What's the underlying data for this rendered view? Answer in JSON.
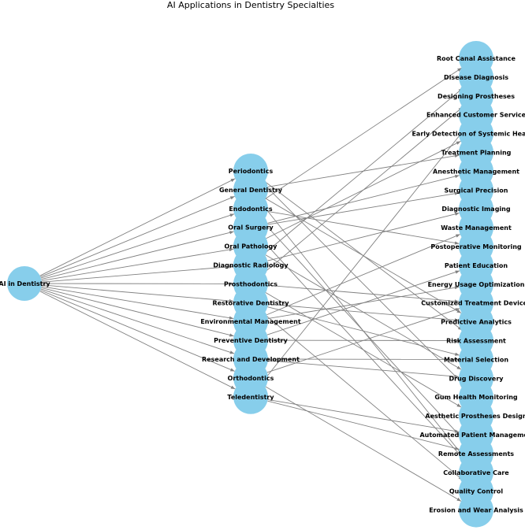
{
  "title": "AI Applications in Dentistry Specialties",
  "node_color": "#87CEEB",
  "edge_color": "#808080",
  "root": "AI in Dentistry",
  "specialties": [
    "Periodontics",
    "General Dentistry",
    "Endodontics",
    "Oral Surgery",
    "Oral Pathology",
    "Diagnostic Radiology",
    "Prosthodontics",
    "Restorative Dentistry",
    "Environmental Management",
    "Preventive Dentistry",
    "Research and Development",
    "Orthodontics",
    "Teledentistry"
  ],
  "applications": [
    "Root Canal Assistance",
    "Disease Diagnosis",
    "Designing Prostheses",
    "Enhanced Customer Service",
    "Early Detection of Systemic Health I",
    "Treatment Planning",
    "Anesthetic Management",
    "Surgical Precision",
    "Diagnostic Imaging",
    "Waste Management",
    "Postoperative Monitoring",
    "Patient Education",
    "Energy Usage Optimization",
    "Customized Treatment Devices",
    "Predictive Analytics",
    "Risk Assessment",
    "Material Selection",
    "Drug Discovery",
    "Gum Health Monitoring",
    "Aesthetic Prostheses Design",
    "Automated Patient Managemen",
    "Remote Assessments",
    "Collaborative Care",
    "Quality Control",
    "Erosion and Wear Analysis"
  ],
  "links": [
    [
      "Periodontics",
      "Gum Health Monitoring"
    ],
    [
      "Periodontics",
      "Risk Assessment"
    ],
    [
      "General Dentistry",
      "Treatment Planning"
    ],
    [
      "General Dentistry",
      "Collaborative Care"
    ],
    [
      "General Dentistry",
      "Predictive Analytics"
    ],
    [
      "Endodontics",
      "Root Canal Assistance"
    ],
    [
      "Endodontics",
      "Postoperative Monitoring"
    ],
    [
      "Endodontics",
      "Remote Assessments"
    ],
    [
      "Oral Surgery",
      "Anesthetic Management"
    ],
    [
      "Oral Surgery",
      "Surgical Precision"
    ],
    [
      "Oral Surgery",
      "Collaborative Care"
    ],
    [
      "Oral Pathology",
      "Early Detection of Systemic Health I"
    ],
    [
      "Oral Pathology",
      "Drug Discovery"
    ],
    [
      "Diagnostic Radiology",
      "Diagnostic Imaging"
    ],
    [
      "Diagnostic Radiology",
      "Disease Diagnosis"
    ],
    [
      "Prosthodontics",
      "Designing Prostheses"
    ],
    [
      "Prosthodontics",
      "Aesthetic Prostheses Design"
    ],
    [
      "Prosthodontics",
      "Customized Treatment Devices"
    ],
    [
      "Restorative Dentistry",
      "Material Selection"
    ],
    [
      "Restorative Dentistry",
      "Quality Control"
    ],
    [
      "Restorative Dentistry",
      "Predictive Analytics"
    ],
    [
      "Environmental Management",
      "Waste Management"
    ],
    [
      "Environmental Management",
      "Energy Usage Optimization"
    ],
    [
      "Preventive Dentistry",
      "Patient Education"
    ],
    [
      "Preventive Dentistry",
      "Risk Assessment"
    ],
    [
      "Research and Development",
      "Drug Discovery"
    ],
    [
      "Research and Development",
      "Material Selection"
    ],
    [
      "Orthodontics",
      "Customized Treatment Devices"
    ],
    [
      "Orthodontics",
      "Erosion and Wear Analysis"
    ],
    [
      "Teledentistry",
      "Remote Assessments"
    ],
    [
      "Teledentistry",
      "Enhanced Customer Service"
    ],
    [
      "Teledentistry",
      "Automated Patient Managemen"
    ]
  ]
}
